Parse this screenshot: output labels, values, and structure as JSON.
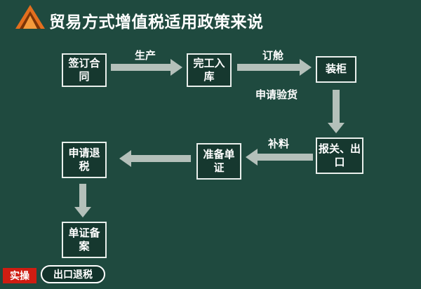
{
  "header": {
    "title": "贸易方式增值税适用政策来说"
  },
  "icons": {
    "logo": "triangle-mountain-logo"
  },
  "nodes": {
    "sign": "签订合同",
    "finish": "完工入库",
    "load": "装柜",
    "customs": "报关、出口",
    "prepare": "准备单证",
    "refund": "申请退税",
    "filing": "单证备案"
  },
  "edge_labels": {
    "production": "生产",
    "booking": "订舱",
    "inspection": "申请验货",
    "supplement": "补料"
  },
  "footer": {
    "tag": "实操",
    "topic": "出口退税"
  },
  "colors": {
    "background": "#1f4a3f",
    "box_fill": "#16382f",
    "arrow": "#b4c0ba",
    "tag_red": "#cf1d12"
  }
}
